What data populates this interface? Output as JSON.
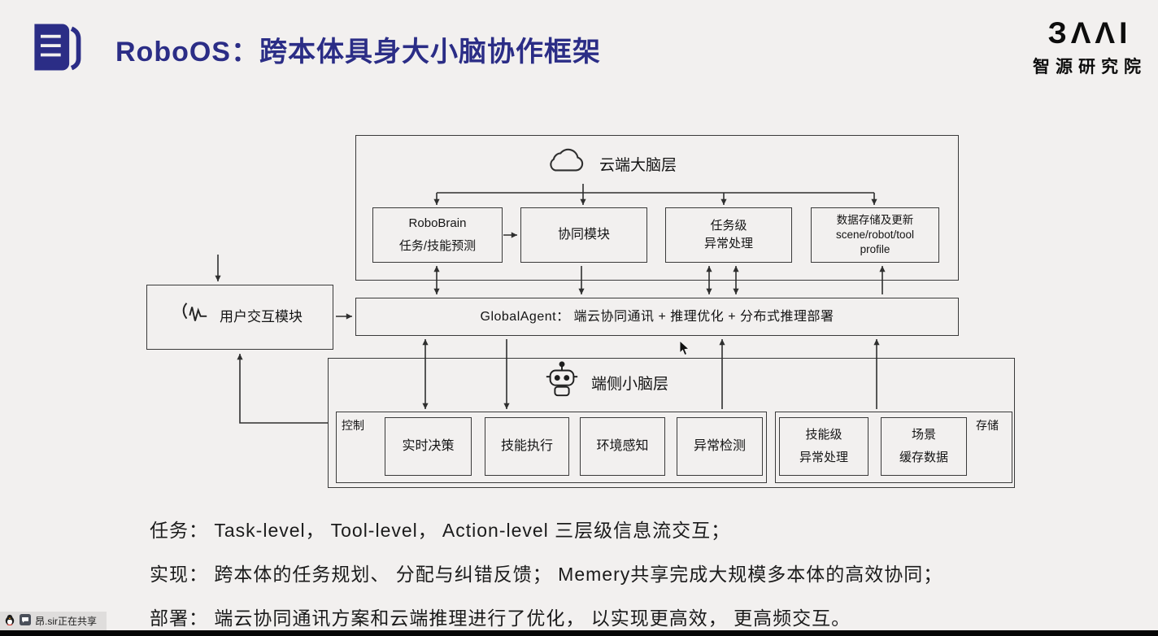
{
  "header": {
    "title": "RoboOS：跨本体具身大小脑协作框架",
    "logo": {
      "wordmark": "ЗΛΛI",
      "subtitle": "智源研究院"
    }
  },
  "diagram": {
    "cloud_layer": {
      "title": "云端大脑层",
      "robobrain": {
        "line1": "RoboBrain",
        "line2": "任务/技能预测"
      },
      "collab": "协同模块",
      "task": {
        "line1": "任务级",
        "line2": "异常处理"
      },
      "storage": {
        "line1": "数据存储及更新",
        "line2": "scene/robot/tool",
        "line3": "profile"
      }
    },
    "user_module": "用户交互模块",
    "global_agent": "GlobalAgent：  端云协同通讯  + 推理优化 + 分布式推理部署",
    "edge_layer": {
      "title": "端侧小脑层",
      "control_label": "控制",
      "storage_label": "存储",
      "control_boxes": [
        "实时决策",
        "技能执行",
        "环境感知",
        "异常检测"
      ],
      "skill_box": {
        "line1": "技能级",
        "line2": "异常处理"
      },
      "scene_box": {
        "line1": "场景",
        "line2": "缓存数据"
      }
    }
  },
  "notes": [
    "任务： Task-level， Tool-level， Action-level 三层级信息流交互；",
    "实现： 跨本体的任务规划、 分配与纠错反馈； Memery共享完成大规模多本体的高效协同；",
    "部署： 端云协同通讯方案和云端推理进行了优化， 以实现更高效， 更高频交互。"
  ],
  "share_bar": {
    "text": "昂.sir正在共享"
  },
  "colors": {
    "accent": "#2b2d86",
    "line": "#2f2f2f",
    "background": "#f2f0ef"
  }
}
